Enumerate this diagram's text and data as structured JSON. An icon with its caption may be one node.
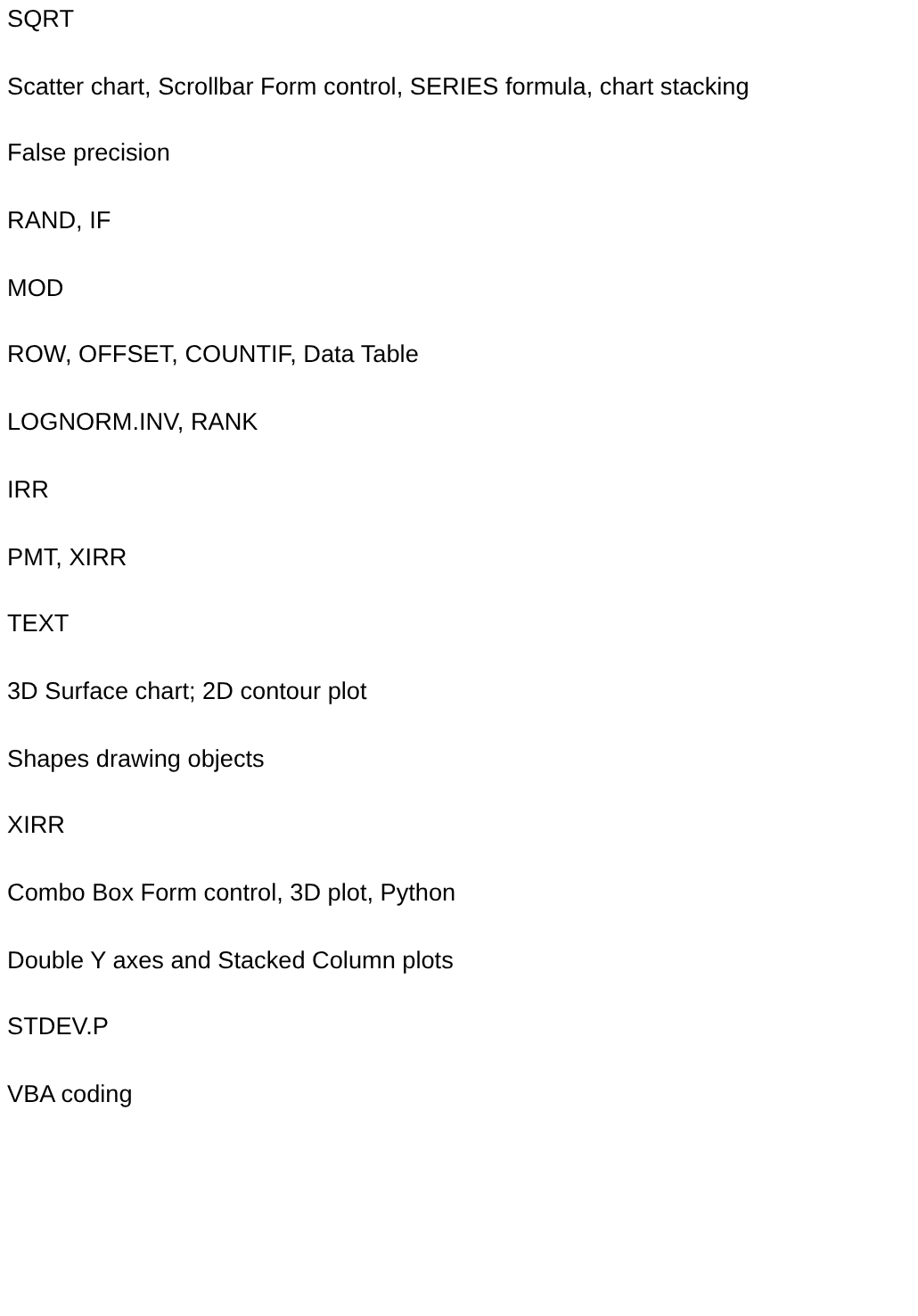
{
  "diagram": {
    "labels": [
      "SQRT",
      "Scatter chart, Scrollbar Form control, SERIES formula, chart stacking",
      "False precision",
      "RAND, IF",
      "MOD",
      "ROW, OFFSET, COUNTIF, Data Table",
      "LOGNORM.INV, RANK",
      "IRR",
      "PMT, XIRR",
      "TEXT",
      "3D Surface chart; 2D contour plot",
      "Shapes drawing objects",
      "XIRR",
      "Combo Box Form control, 3D plot, Python",
      "Double Y axes and Stacked Column plots",
      "STDEV.P",
      "VBA coding"
    ]
  }
}
